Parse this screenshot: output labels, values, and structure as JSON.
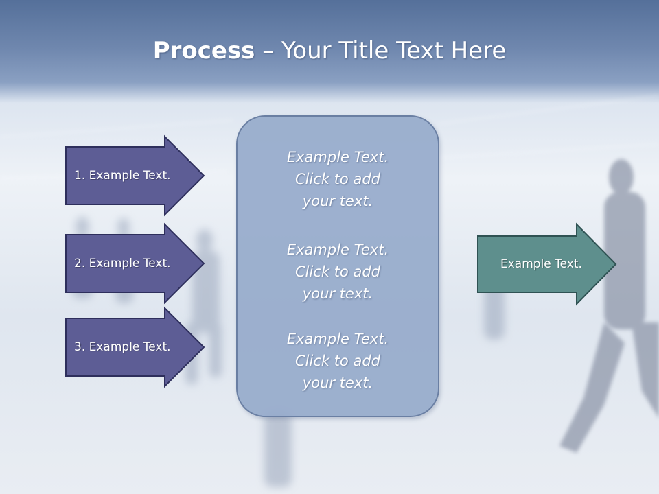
{
  "slide": {
    "title_bold": "Process",
    "title_rest": " – Your Title Text Here",
    "steps": [
      {
        "label": "1. Example Text."
      },
      {
        "label": "2. Example Text."
      },
      {
        "label": "3. Example Text."
      }
    ],
    "center_blocks": [
      {
        "lines": [
          "Example Text.",
          "Click  to add",
          "your text."
        ]
      },
      {
        "lines": [
          "Example Text.",
          "Click  to add",
          "your text."
        ]
      },
      {
        "lines": [
          "Example Text.",
          "Click  to add",
          "your text."
        ]
      }
    ],
    "output": {
      "label": "Example Text."
    }
  },
  "colors": {
    "step_arrow_fill": "#5d5d95",
    "step_arrow_border": "#2e2f5c",
    "center_box_fill": "#96aacb",
    "output_arrow_fill": "#5e8f8d",
    "output_arrow_border": "#2f5253",
    "title_band": "#6f87ae"
  }
}
